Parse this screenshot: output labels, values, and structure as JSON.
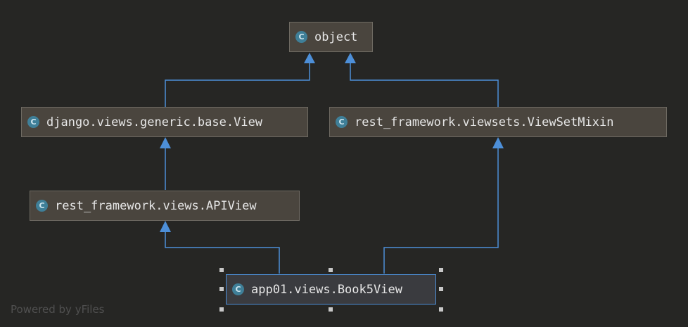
{
  "diagram": {
    "nodes": {
      "object": {
        "label": "object",
        "icon": "C"
      },
      "django_view": {
        "label": "django.views.generic.base.View",
        "icon": "C"
      },
      "viewset_mixin": {
        "label": "rest_framework.viewsets.ViewSetMixin",
        "icon": "C"
      },
      "api_view": {
        "label": "rest_framework.views.APIView",
        "icon": "C"
      },
      "book5view": {
        "label": "app01.views.Book5View",
        "icon": "C"
      }
    },
    "edges": [
      {
        "from": "django.views.generic.base.View",
        "to": "object"
      },
      {
        "from": "rest_framework.viewsets.ViewSetMixin",
        "to": "object"
      },
      {
        "from": "rest_framework.views.APIView",
        "to": "django.views.generic.base.View"
      },
      {
        "from": "app01.views.Book5View",
        "to": "rest_framework.views.APIView"
      },
      {
        "from": "app01.views.Book5View",
        "to": "rest_framework.viewsets.ViewSetMixin"
      }
    ],
    "selected_node": "app01.views.Book5View"
  },
  "colors": {
    "background": "#262624",
    "node_fill": "#4a453e",
    "selected_fill": "#3a3b3f",
    "edge": "#4d8fd8",
    "class_icon": "#3f7f98"
  },
  "watermark": "Powered by yFiles"
}
